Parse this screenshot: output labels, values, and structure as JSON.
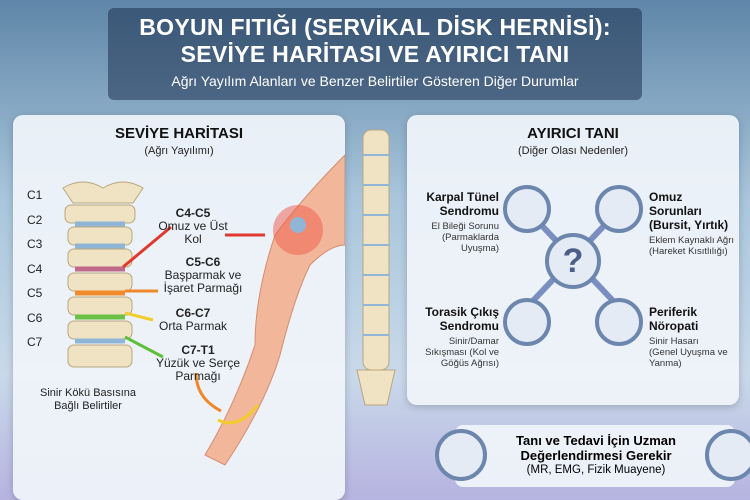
{
  "header": {
    "title_line1": "BOYUN FITIĞI (SERVİKAL DİSK HERNİSİ):",
    "title_line2": "SEVİYE HARİTASI VE AYIRICI TANI",
    "subtitle": "Ağrı Yayılım Alanları ve Benzer Belirtiler Gösteren Diğer Durumlar"
  },
  "level_map": {
    "title": "SEVİYE HARİTASI",
    "subtitle": "(Ağrı Yayılımı)",
    "vertebrae": [
      "C1",
      "C2",
      "C3",
      "C4",
      "C5",
      "C6",
      "C7"
    ],
    "levels": [
      {
        "level": "C4-C5",
        "area": "Omuz ve Üst Kol",
        "color": "#e03a2f"
      },
      {
        "level": "C5-C6",
        "area": "Başparmak ve İşaret Parmağı",
        "color": "#f0882a"
      },
      {
        "level": "C6-C7",
        "area": "Orta Parmak",
        "color": "#f2cc2a"
      },
      {
        "level": "C7-T1",
        "area": "Yüzük ve Serçe Parmağı",
        "color": "#5fbf3a"
      }
    ],
    "footnote": "Sinir Kökü Basısına Bağlı Belirtiler"
  },
  "differential": {
    "title": "AYIRICI TANI",
    "subtitle": "(Diğer Olası Nedenler)",
    "center_symbol": "?",
    "conditions": [
      {
        "name": "Karpal Tünel Sendromu",
        "desc": "El Bileği Sorunu (Parmaklarda Uyuşma)",
        "icon": "hand-icon"
      },
      {
        "name": "Omuz Sorunları (Bursit, Yırtık)",
        "desc": "Eklem Kaynaklı Ağrı (Hareket Kısıtlılığı)",
        "icon": "shoulder-icon"
      },
      {
        "name": "Torasik Çıkış Sendromu",
        "desc": "Sinir/Damar Sıkışması (Kol ve Göğüs Ağrısı)",
        "icon": "chest-icon"
      },
      {
        "name": "Periferik Nöropati",
        "desc": "Sinir Hasarı (Genel Uyuşma ve Yanma)",
        "icon": "foot-icon"
      }
    ]
  },
  "footer": {
    "line1": "Tanı ve Tedavi İçin Uzman",
    "line2": "Değerlendirmesi Gerekir",
    "line3": "(MR, EMG, Fizik Muayene)",
    "icons": [
      "doctor-icon",
      "report-icon"
    ]
  }
}
